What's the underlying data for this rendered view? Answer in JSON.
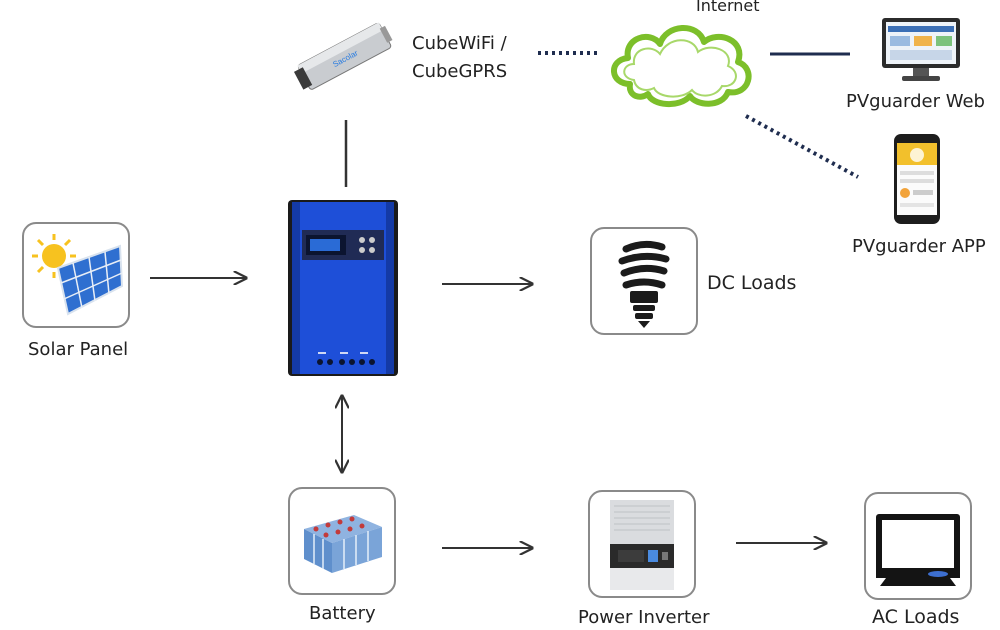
{
  "wifi": {
    "line1": "CubeWiFi /",
    "line2": "CubeGPRS",
    "brand": "Sacolar"
  },
  "internet": {
    "label": "Internet"
  },
  "web": {
    "label": "PVguarder Web"
  },
  "app": {
    "label": "PVguarder APP"
  },
  "solar": {
    "label": "Solar Panel"
  },
  "dc": {
    "label": "DC Loads"
  },
  "battery": {
    "label": "Battery"
  },
  "inverter": {
    "label": "Power Inverter"
  },
  "ac": {
    "label": "AC Loads"
  },
  "colors": {
    "controller_blue": "#1e4fd8",
    "cloud_green": "#7cbf2a",
    "line_navy": "#1f2d4f"
  }
}
